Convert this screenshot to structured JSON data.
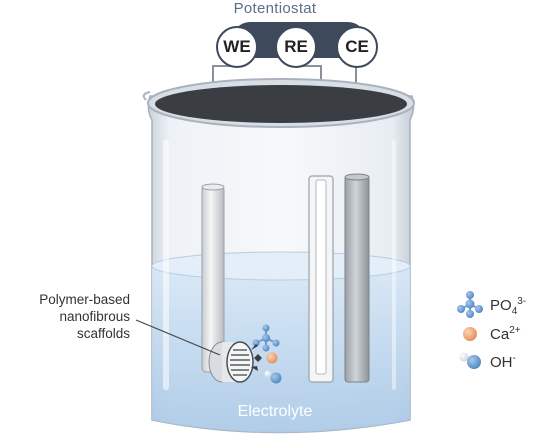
{
  "title": "Potentiostat",
  "electrodes": [
    {
      "id": "we",
      "label": "WE"
    },
    {
      "id": "re",
      "label": "RE"
    },
    {
      "id": "ce",
      "label": "CE"
    }
  ],
  "scaffold_label": [
    "Polymer-based",
    "nanofibrous",
    "scaffolds"
  ],
  "electrolyte_label": "Electrolyte",
  "legend": [
    {
      "icon": "phosphate-ion-icon",
      "base": "PO",
      "sub": "4",
      "sup": "3-"
    },
    {
      "icon": "calcium-ion-icon",
      "base": "Ca",
      "sub": "",
      "sup": "2+"
    },
    {
      "icon": "hydroxide-ion-icon",
      "base": "OH",
      "sub": "",
      "sup": "-"
    }
  ],
  "colors": {
    "potentiostat_bar": "#3e4a5c",
    "liquid": "#cfe3f5",
    "calcium": "#f0a878",
    "phosphate": "#6b9fd4",
    "hydroxide": "#6f9fd0"
  }
}
